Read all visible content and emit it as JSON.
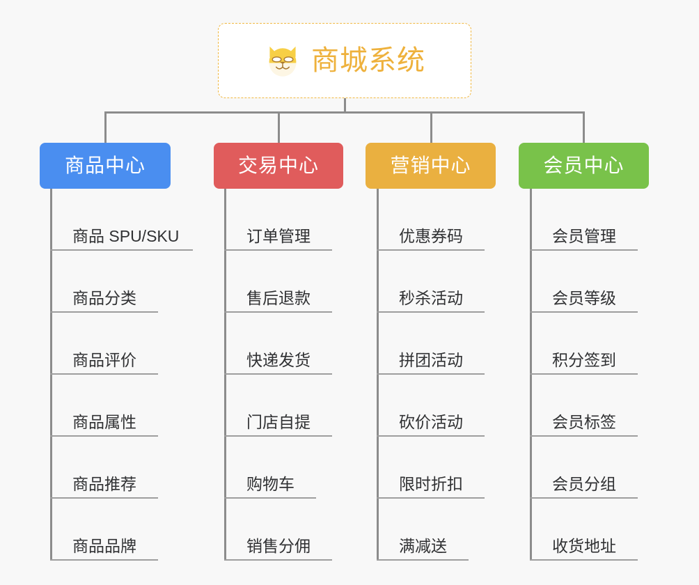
{
  "background_color": "#f8f8f8",
  "root": {
    "title": "商城系统",
    "icon": "shiba-dog-face-emoji",
    "title_color": "#eeb13c",
    "border_color": "#f0b73f",
    "background": "#ffffff"
  },
  "connector_color": "#8c8c8c",
  "branches": [
    {
      "label": "商品中心",
      "color": "#4a8ef0",
      "items": [
        "商品 SPU/SKU",
        "商品分类",
        "商品评价",
        "商品属性",
        "商品推荐",
        "商品品牌"
      ]
    },
    {
      "label": "交易中心",
      "color": "#e05c5c",
      "items": [
        "订单管理",
        "售后退款",
        "快递发货",
        "门店自提",
        "购物车",
        "销售分佣"
      ]
    },
    {
      "label": "营销中心",
      "color": "#eab040",
      "items": [
        "优惠券码",
        "秒杀活动",
        "拼团活动",
        "砍价活动",
        "限时折扣",
        "满减送"
      ]
    },
    {
      "label": "会员中心",
      "color": "#79c24a",
      "items": [
        "会员管理",
        "会员等级",
        "积分签到",
        "会员标签",
        "会员分组",
        "收货地址"
      ]
    }
  ]
}
